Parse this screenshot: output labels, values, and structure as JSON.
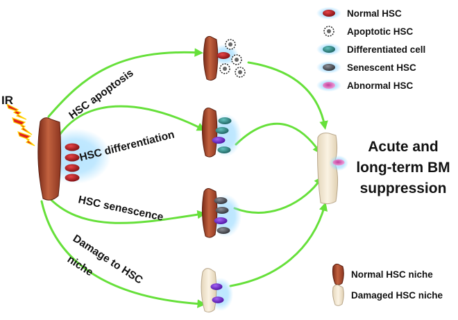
{
  "ir_label": "IR",
  "pathways": {
    "apoptosis": "HSC apoptosis",
    "differentiation": "HSC differentiation",
    "senescence": "HSC senescence",
    "damage_line1": "Damage to HSC",
    "damage_line2": "niche"
  },
  "result": {
    "line1": "Acute and",
    "line2": "long-term BM",
    "line3": "suppression"
  },
  "legend": {
    "normal_hsc": "Normal HSC",
    "apoptotic_hsc": "Apoptotic HSC",
    "differentiated_cell": "Differentiated cell",
    "senescent_hsc": "Senescent HSC",
    "abnormal_hsc": "Abnormal HSC",
    "normal_niche": "Normal HSC niche",
    "damaged_niche": "Damaged HSC niche"
  },
  "colors": {
    "arrow": "#66e03a",
    "normal_hsc": "#b01c20",
    "differentiated_cell": "#2e8f8c",
    "senescent_hsc": "#555860",
    "abnormal_hsc": "#e27ec6",
    "abnormal_fill": "#7a2fd0",
    "normal_niche": "#a4442c",
    "damaged_niche": "#f2e6d0",
    "glow": "#7fd0ff"
  }
}
